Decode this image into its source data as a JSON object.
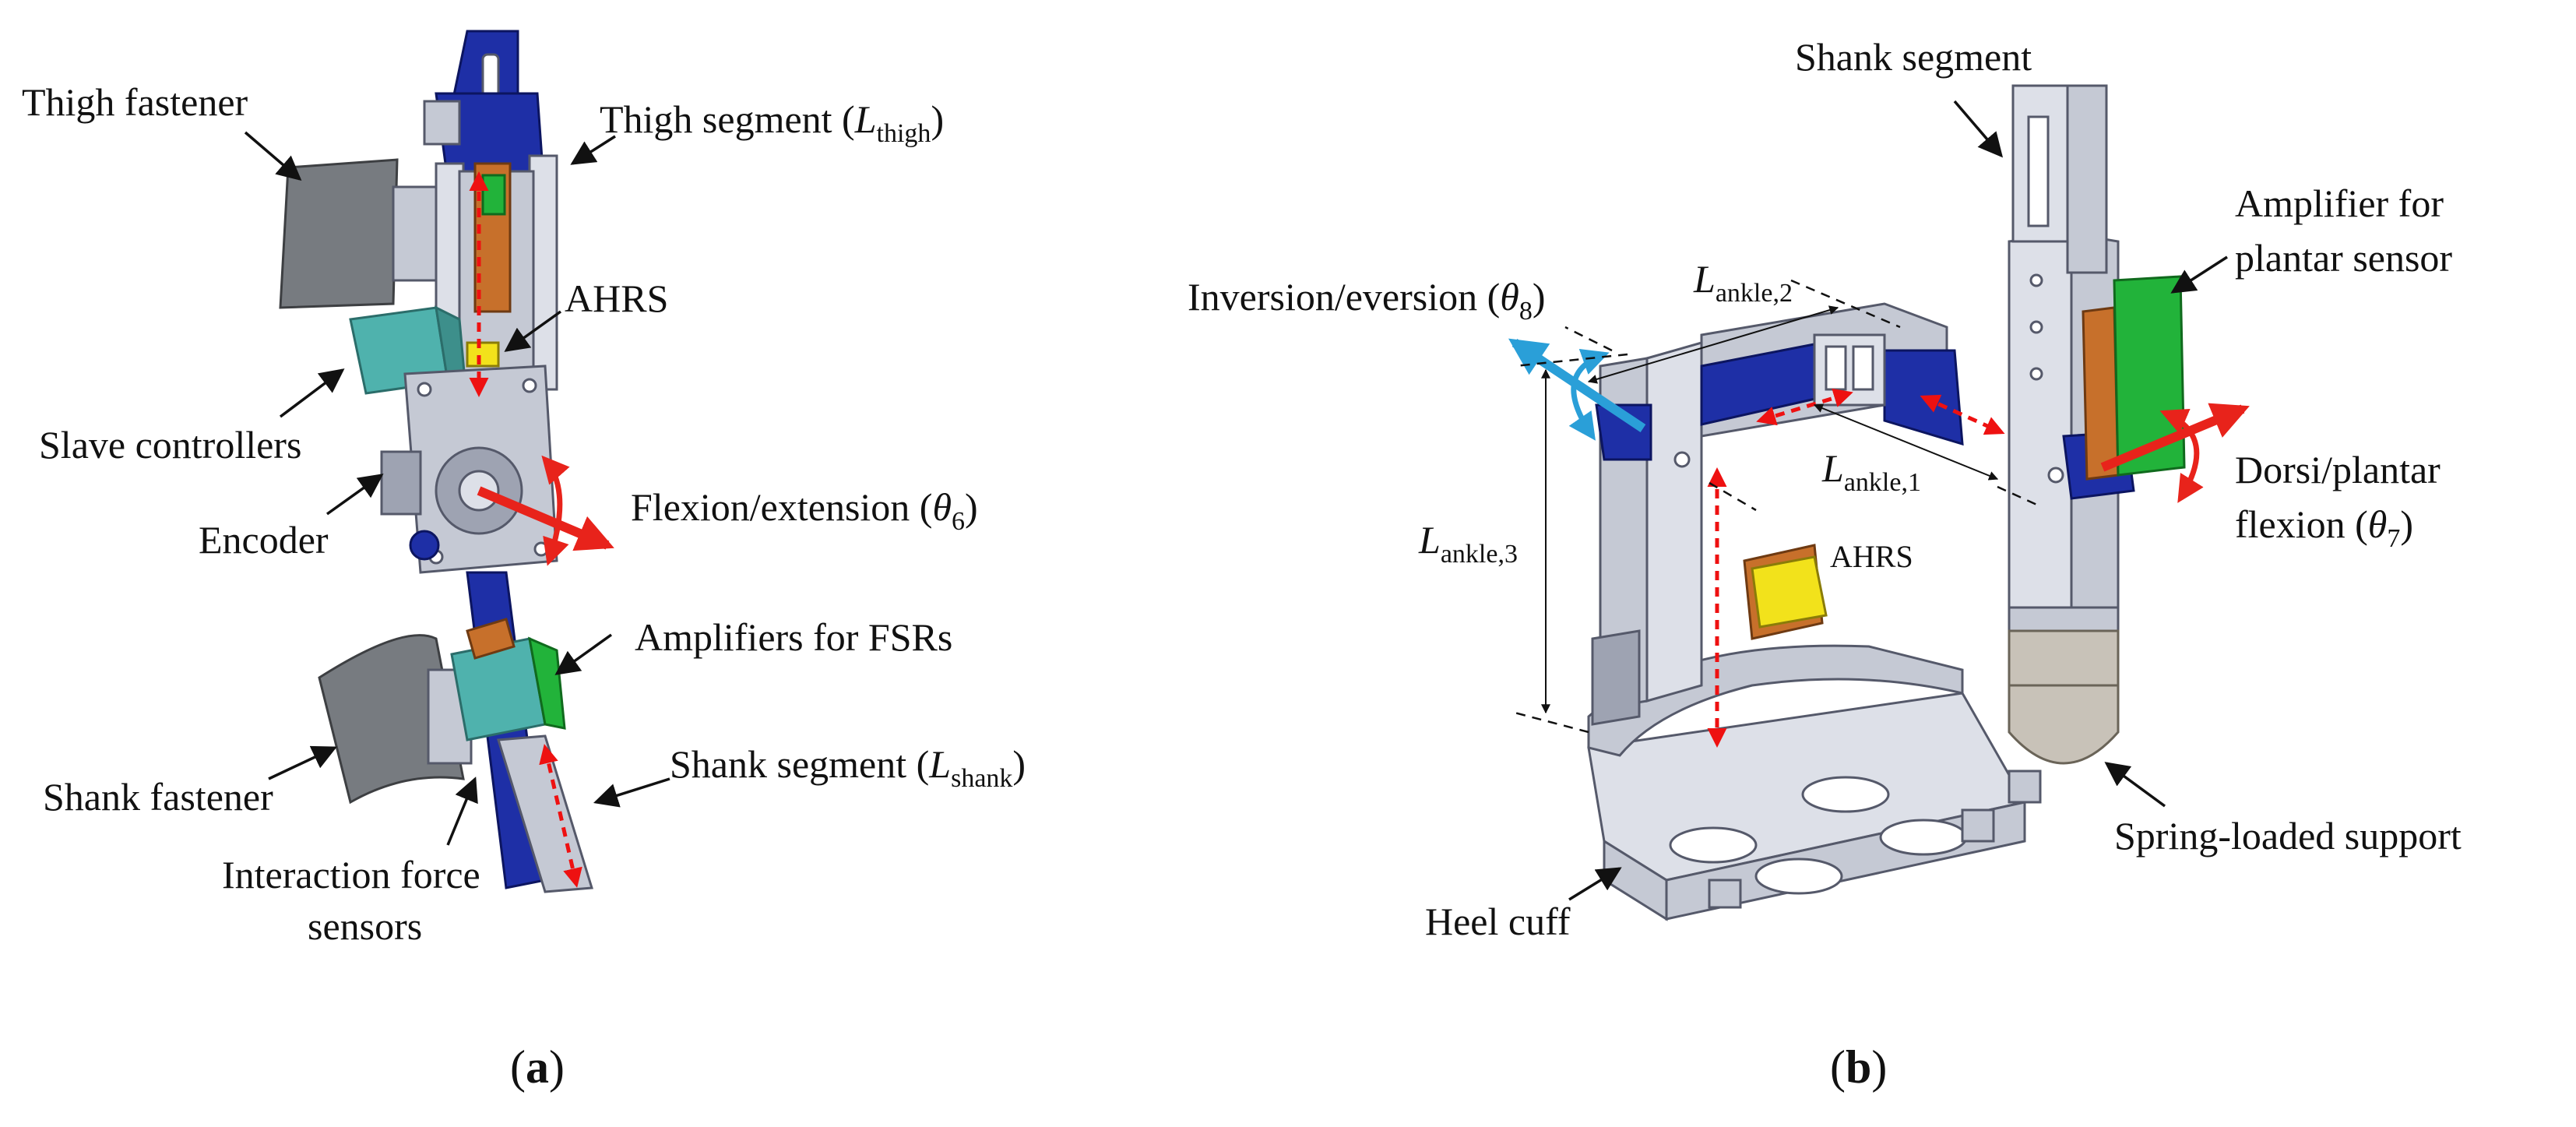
{
  "panel_a": {
    "caption": "(a)",
    "labels": {
      "thigh_fastener": "Thigh fastener",
      "thigh_segment": "Thigh segment (",
      "thigh_symbol": "L",
      "thigh_subscript": "thigh",
      "close_paren": ")",
      "ahrs": "AHRS",
      "slave_controllers": "Slave controllers",
      "encoder": "Encoder",
      "flexion_extension": "Flexion/extension (",
      "theta_symbol": "θ",
      "theta6_subscript": "6",
      "amplifiers_fsrs": "Amplifiers for FSRs",
      "shank_fastener": "Shank fastener",
      "shank_segment": "Shank segment (",
      "shank_symbol": "L",
      "shank_subscript": "shank",
      "interaction_force_line1": "Interaction force",
      "interaction_force_line2": "sensors"
    }
  },
  "panel_b": {
    "caption": "(b)",
    "labels": {
      "shank_segment": "Shank segment",
      "amplifier_line1": "Amplifier for",
      "amplifier_line2": "plantar sensor",
      "inversion_eversion": "Inversion/eversion (",
      "theta_symbol": "θ",
      "theta8_subscript": "8",
      "close_paren": ")",
      "l_symbol": "L",
      "l_ankle2_subscript": "ankle,2",
      "l_ankle1_subscript": "ankle,1",
      "l_ankle3_subscript": "ankle,3",
      "dorsi_line1": "Dorsi/plantar",
      "dorsi_line2": "flexion  (",
      "theta7_subscript": "7",
      "ahrs": "AHRS",
      "spring_loaded_support": "Spring-loaded support",
      "heel_cuff": "Heel cuff"
    }
  },
  "colors": {
    "metal": "#c5c9d4",
    "blue_frame": "#1e2fa6",
    "teal_box": "#4fb2ad",
    "red_arrow": "#e8231b",
    "cyan_arrow": "#2a9fd8",
    "green_amp": "#22b33a",
    "copper": "#c7702b",
    "yellow_ahrs": "#f2e21b"
  }
}
